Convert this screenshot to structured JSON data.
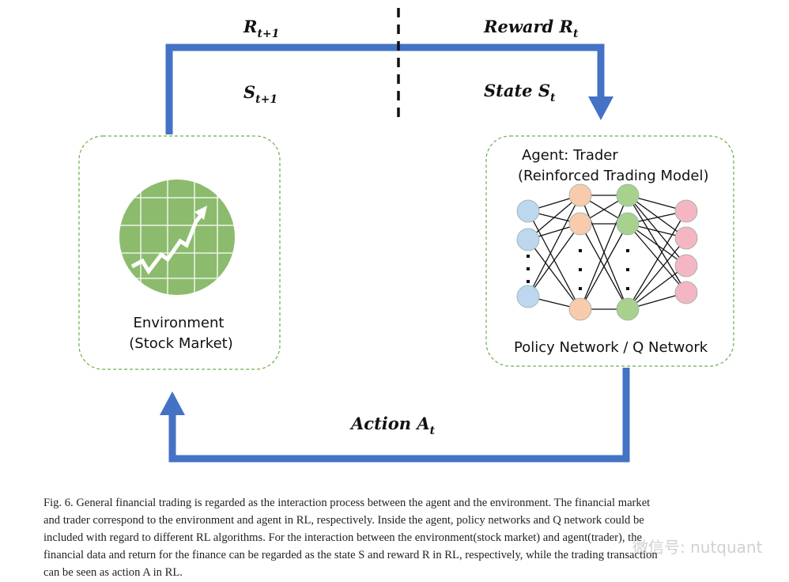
{
  "labels": {
    "r_next": {
      "main": "R",
      "sub": "t+1"
    },
    "reward": {
      "main": "Reward R",
      "sub": "t"
    },
    "s_next": {
      "main": "S",
      "sub": "t+1"
    },
    "state": {
      "main": "State S",
      "sub": "t"
    },
    "action": {
      "main": "Action A",
      "sub": "t"
    }
  },
  "environment": {
    "line1": "Environment",
    "line2": "(Stock Market)"
  },
  "agent": {
    "line1": "Agent: Trader",
    "line2": "(Reinforced Trading Model)",
    "footer": "Policy Network / Q Network"
  },
  "colors": {
    "arrow": "#4472C4",
    "box_border": "#70AD47",
    "globe": "#8CBB6E",
    "input": "#BDD7EE",
    "hidden1": "#F8CBAD",
    "hidden2": "#A9D18E",
    "output": "#F4B6C2"
  },
  "caption": [
    "Fig. 6.  General financial trading is regarded as the interaction process between the agent and the environment. The financial market",
    "and trader correspond to the environment and agent in RL, respectively. Inside the agent, policy networks and Q network could be",
    "included with regard to different RL algorithms. For the interaction between the environment(stock market) and agent(trader), the",
    "financial data and return for the finance can be regarded as the state S and reward R in RL, respectively, while the trading transaction",
    "can be seen as action A in RL."
  ],
  "watermark": "微信号: nutquant"
}
